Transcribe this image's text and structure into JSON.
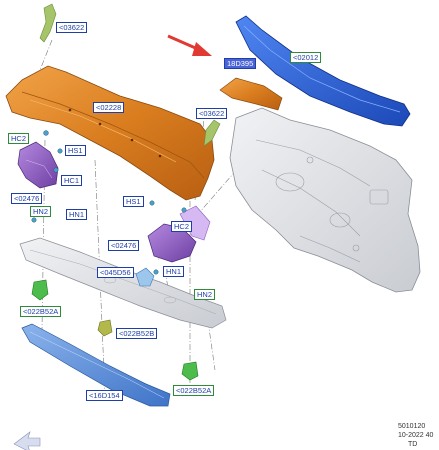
{
  "callouts": [
    {
      "id": "03622_top",
      "text": "<03622",
      "style": "blue"
    },
    {
      "id": "18D395",
      "text": "18D395",
      "style": "highlight"
    },
    {
      "id": "02012",
      "text": "<02012",
      "style": "green"
    },
    {
      "id": "02228",
      "text": "<02228",
      "style": "blue"
    },
    {
      "id": "03622_mid",
      "text": "<03622",
      "style": "blue"
    },
    {
      "id": "HC2_left",
      "text": "HC2",
      "style": "green"
    },
    {
      "id": "HS1_left",
      "text": "HS1",
      "style": "blue"
    },
    {
      "id": "HC1",
      "text": "HC1",
      "style": "blue"
    },
    {
      "id": "02476_left",
      "text": "<02476",
      "style": "blue"
    },
    {
      "id": "HS1_mid",
      "text": "HS1",
      "style": "blue"
    },
    {
      "id": "HN2_left",
      "text": "HN2",
      "style": "green"
    },
    {
      "id": "HN1_left",
      "text": "HN1",
      "style": "blue"
    },
    {
      "id": "HC2_mid",
      "text": "HC2",
      "style": "blue"
    },
    {
      "id": "02476_mid",
      "text": "<02476",
      "style": "blue"
    },
    {
      "id": "045D56",
      "text": "<045D56",
      "style": "blue"
    },
    {
      "id": "HN1_mid",
      "text": "HN1",
      "style": "blue"
    },
    {
      "id": "HN2_right",
      "text": "HN2",
      "style": "green"
    },
    {
      "id": "022B52A_left",
      "text": "<022B52A",
      "style": "green"
    },
    {
      "id": "022B52B",
      "text": "<022B52B",
      "style": "blue"
    },
    {
      "id": "022B52A_right",
      "text": "<022B52A",
      "style": "green"
    },
    {
      "id": "16D154",
      "text": "<16D154",
      "style": "blue"
    }
  ],
  "stamp": {
    "line1": "5010120",
    "line2": "10-2022 40",
    "line3": "TD"
  },
  "colors": {
    "cowl_panel": "#e08a2a",
    "seal": "#2f64d8",
    "bracket": "#8f5fbf",
    "dash_panel": "#dfe1e5",
    "lower_panel": "#e2e4e8",
    "reinforcement": "#5b8ed6",
    "clip_green": "#3aa53a",
    "arrow": "#e03a33",
    "leader": "#6b6b6b"
  }
}
